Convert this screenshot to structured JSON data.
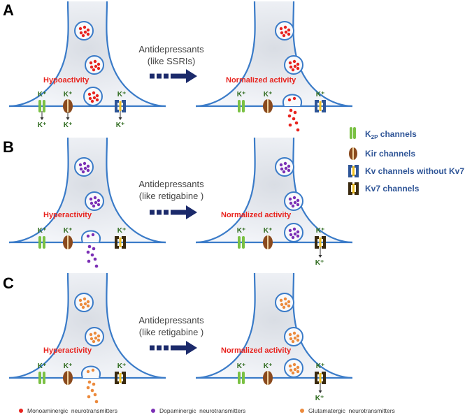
{
  "panels": [
    {
      "letter": "A",
      "state_left": "Hypoactivity",
      "drug_line1": "Antidepressants",
      "drug_line2": "(like SSRIs)",
      "state_right": "Normalized activity",
      "transmitter_color": "#e8231e"
    },
    {
      "letter": "B",
      "state_left": "Hyperactivity",
      "drug_line1": "Antidepressants",
      "drug_line2": "(like retigabine )",
      "state_right": "Normalized activity",
      "transmitter_color": "#7b2fb5"
    },
    {
      "letter": "C",
      "state_left": "Hyperactivity",
      "drug_line1": "Antidepressants",
      "drug_line2": "(like retigabine )",
      "state_right": "Normalized activity",
      "transmitter_color": "#ec8a3c"
    }
  ],
  "ion_label": "K⁺",
  "channel_legend": [
    {
      "icon": "k2p-channel-icon",
      "label_main": "K",
      "label_sub": "2P",
      "label_rest": " channels",
      "color": "#7ac143"
    },
    {
      "icon": "kir-channel-icon",
      "label_main": "Kir channels",
      "label_sub": "",
      "label_rest": "",
      "color": "#8a4a1e"
    },
    {
      "icon": "kv-channel-icon",
      "label_main": "Kv channels without Kv7",
      "label_sub": "",
      "label_rest": "",
      "color": "#2e5597"
    },
    {
      "icon": "kv7-channel-icon",
      "label_main": "Kv7 channels",
      "label_sub": "",
      "label_rest": "",
      "color": "#3a2a10"
    }
  ],
  "transmitter_legend": [
    {
      "label": "Monoaminergic  neurotransmitters",
      "color": "#e8231e"
    },
    {
      "label": "Dopaminergic  neurotransmitters",
      "color": "#7b2fb5"
    },
    {
      "label": "Glutamatergic  neurotransmitters",
      "color": "#ec8a3c"
    }
  ],
  "colors": {
    "membrane": "#3a7bc8",
    "terminal_fill": "#eef1f6",
    "arrow": "#1b2a6b",
    "state_text": "#e8231e",
    "legend_text": "#2f5597",
    "ion_text": "#2e6b1e"
  }
}
